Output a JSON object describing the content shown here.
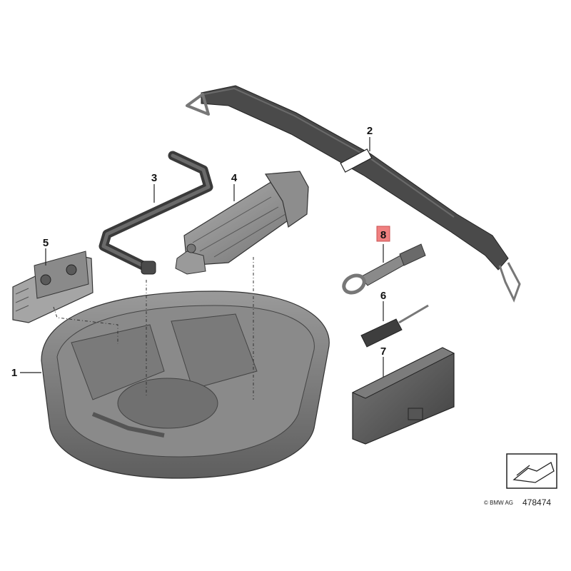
{
  "diagram": {
    "parts": [
      {
        "number": "1",
        "name": "spare-wheel-tray"
      },
      {
        "number": "2",
        "name": "tension-strap"
      },
      {
        "number": "3",
        "name": "wheel-brace"
      },
      {
        "number": "4",
        "name": "lifting-jack"
      },
      {
        "number": "5",
        "name": "bracket-plate"
      },
      {
        "number": "6",
        "name": "screwdriver"
      },
      {
        "number": "7",
        "name": "tool-case"
      },
      {
        "number": "8",
        "name": "towing-eye",
        "highlighted": true
      }
    ],
    "highlight_color": "#f08080",
    "footer": {
      "copyright": "© BMW AG",
      "image_number": "478474"
    }
  }
}
